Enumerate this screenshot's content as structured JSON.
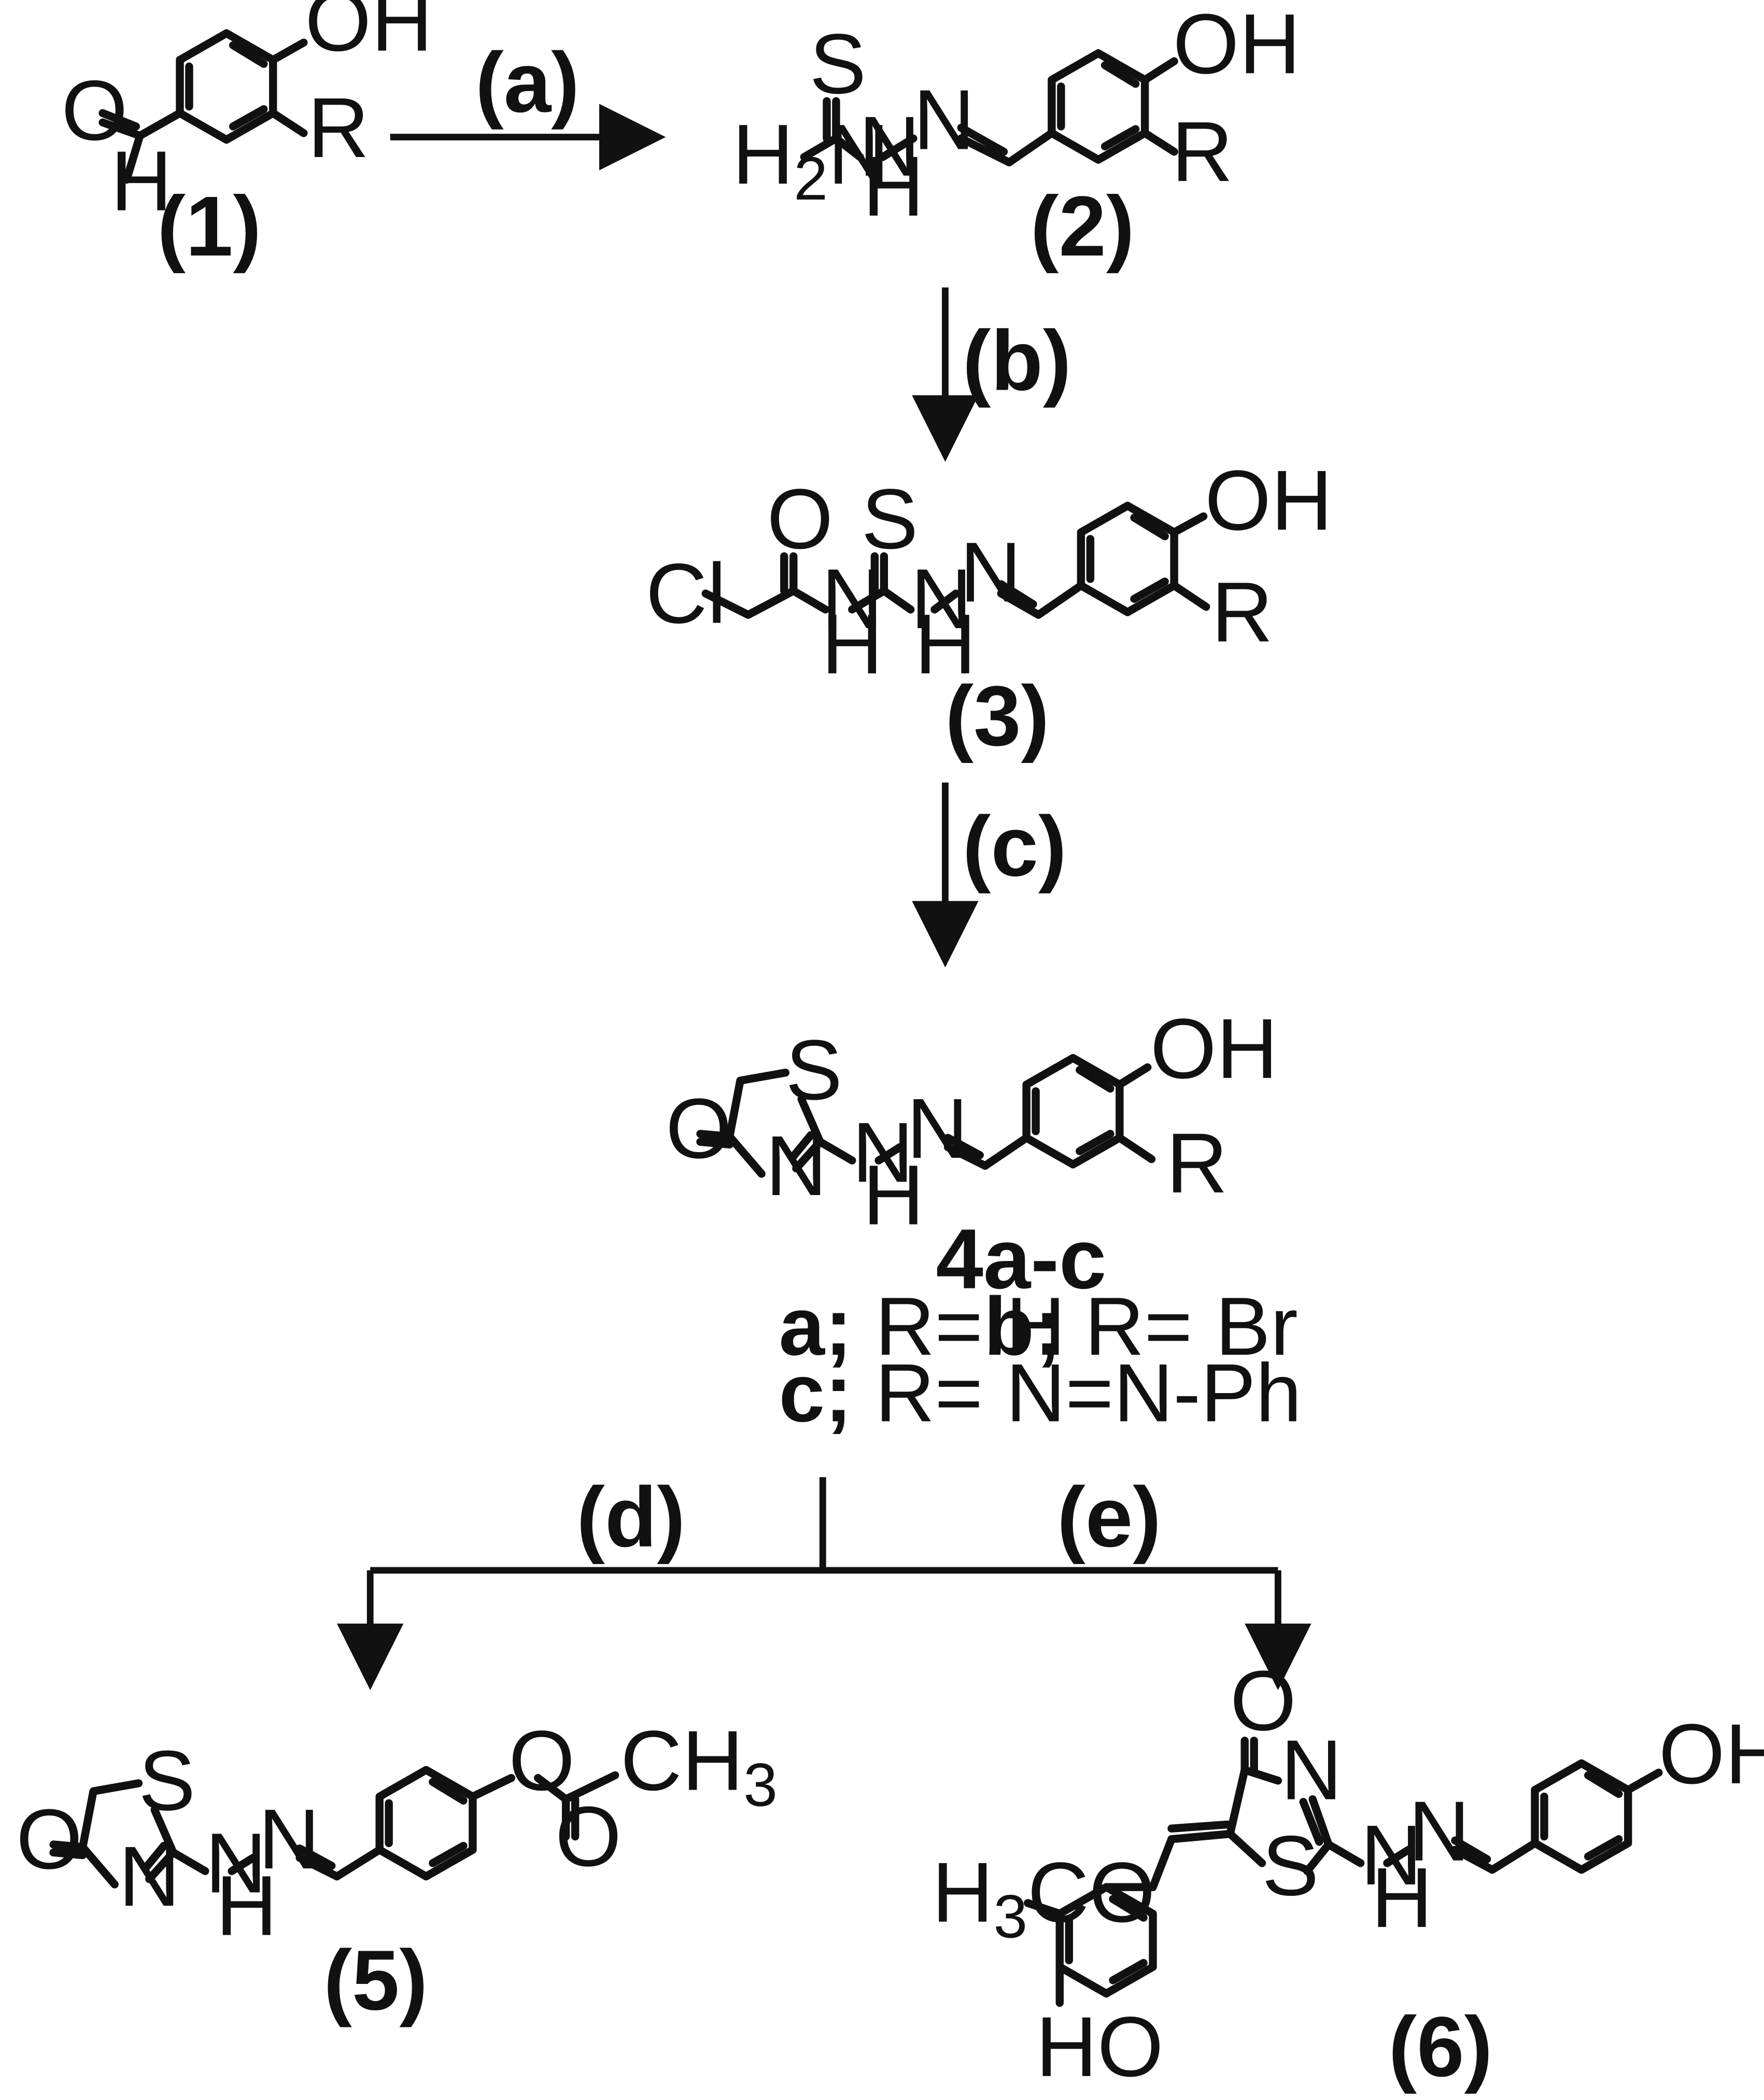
{
  "steps": {
    "a": "(a)",
    "b": "(b)",
    "c": "(c)",
    "d": "(d)",
    "e": "(e)"
  },
  "compounds": {
    "c1": "(1)",
    "c2": "(2)",
    "c3": "(3)",
    "c4": "4a-c",
    "c5": "(5)",
    "c6": "(6)"
  },
  "substituents": {
    "a_key": "a;",
    "a_val": " R= H",
    "b_key": "b;",
    "b_val": " R= Br",
    "c_key": "c;",
    "c_val": " R= N=N-Ph"
  },
  "atoms": {
    "OH": "OH",
    "HO": "HO",
    "R": "R",
    "O": "O",
    "H": "H",
    "S": "S",
    "N": "N",
    "Cl": "Cl",
    "H2N_H": "H",
    "H2N_2": "2",
    "H2N_N": "N",
    "CH3_C": "CH",
    "CH3_3": "3",
    "H3CO_H": "H",
    "H3CO_3": "3",
    "H3CO_CO": "CO"
  }
}
